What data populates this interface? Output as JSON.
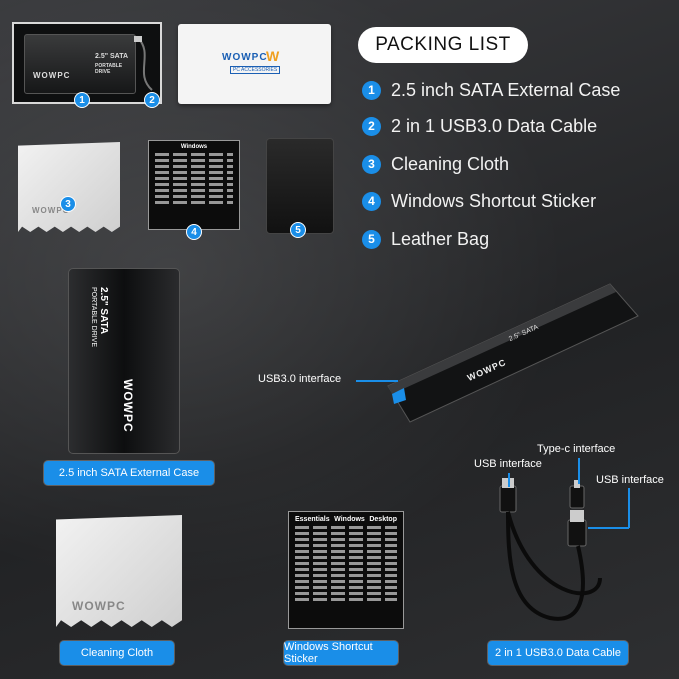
{
  "packing_list": {
    "title": "PACKING LIST",
    "items": [
      {
        "num": "1",
        "label": "2.5 inch SATA External Case"
      },
      {
        "num": "2",
        "label": "2 in 1 USB3.0 Data Cable"
      },
      {
        "num": "3",
        "label": "Cleaning Cloth"
      },
      {
        "num": "4",
        "label": "Windows Shortcut Sticker"
      },
      {
        "num": "5",
        "label": "Leather Bag"
      }
    ]
  },
  "thumbs": {
    "n1": "1",
    "n2": "2",
    "n3": "3",
    "n4": "4",
    "n5": "5"
  },
  "brand": {
    "name": "WOWPC",
    "accessories": "PC ACCESSORIES"
  },
  "drive_text": {
    "line1": "2.5\" SATA",
    "line2": "PORTABLE DRIVE"
  },
  "sticker": {
    "title": "Windows",
    "left": "Essentials",
    "right": "Desktop"
  },
  "interfaces": {
    "usb30": "USB3.0 interface",
    "typec": "Type-c interface",
    "usb_left": "USB interface",
    "usb_right": "USB interface"
  },
  "captions": {
    "case": "2.5 inch SATA External Case",
    "cloth": "Cleaning Cloth",
    "sticker": "Windows Shortcut Sticker",
    "cable": "2 in 1 USB3.0 Data Cable"
  },
  "colors": {
    "accent": "#1a8ee8",
    "background": "#2b2c2e"
  }
}
